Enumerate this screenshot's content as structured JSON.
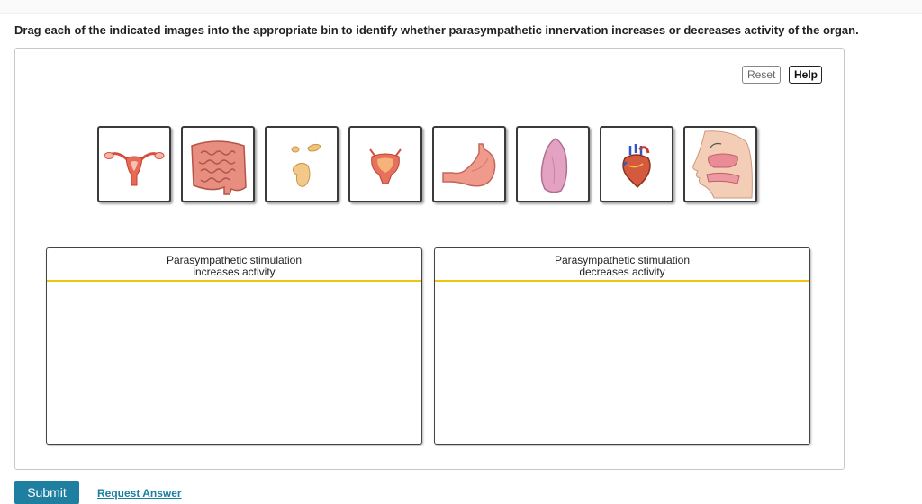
{
  "instructions": "Drag each of the indicated images into the appropriate bin to identify whether parasympathetic innervation increases or decreases activity of the organ.",
  "controls": {
    "reset_label": "Reset",
    "help_label": "Help"
  },
  "draggables": [
    {
      "icon": "uterus-icon"
    },
    {
      "icon": "intestines-icon"
    },
    {
      "icon": "pancreas-icon"
    },
    {
      "icon": "urinary-bladder-icon"
    },
    {
      "icon": "stomach-icon"
    },
    {
      "icon": "lung-icon"
    },
    {
      "icon": "heart-icon"
    },
    {
      "icon": "nasal-cavity-icon"
    }
  ],
  "bins": [
    {
      "title_line1": "Parasympathetic stimulation",
      "title_line2": "increases activity"
    },
    {
      "title_line1": "Parasympathetic stimulation",
      "title_line2": "decreases activity"
    }
  ],
  "footer": {
    "submit_label": "Submit",
    "request_label": "Request Answer"
  },
  "colors": {
    "accent": "#1e7fa0",
    "bin_divider": "#f2c40f"
  }
}
